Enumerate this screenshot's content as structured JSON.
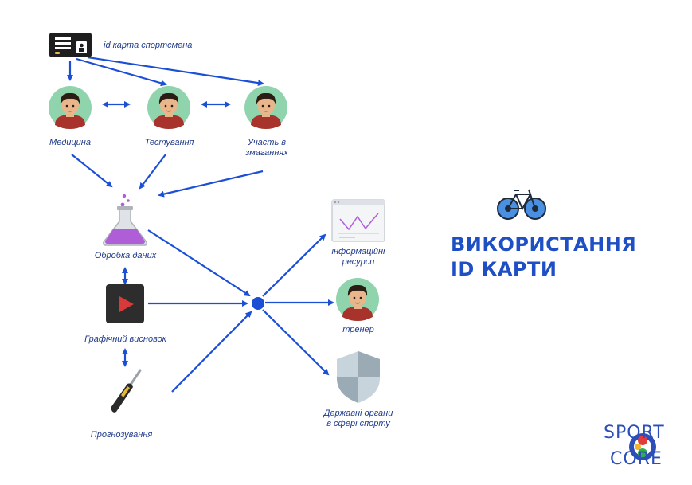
{
  "labels": {
    "id_card": "id карта спортсмена",
    "medicine": "Медицина",
    "testing": "Тестування",
    "competition_line1": "Участь в",
    "competition_line2": "змаганнях",
    "data_processing": "Обробка даних",
    "graphic_output": "Графічний висновок",
    "forecasting": "Прогнозування",
    "info_resources_line1": "інформаційні",
    "info_resources_line2": "ресурси",
    "coach": "тренер",
    "state_bodies_line1": "Державні органи",
    "state_bodies_line2": "в сфері спорту"
  },
  "title": {
    "line1": "ВИКОРИСТАННЯ",
    "line2": "ID КАРТИ"
  },
  "logo": {
    "row1": "SPORT",
    "row2": "CORE"
  },
  "colors": {
    "arrow": "#1a4fd6",
    "label": "#1f3a8a",
    "title": "#1e4fc4",
    "avatar_bg": "#8fd4ad",
    "shirt": "#a8322c",
    "skin": "#e9b58a",
    "hair": "#2b1c14",
    "flask_liquid": "#b05ed8",
    "shield_light": "#c7d4dc",
    "shield_dark": "#9aabb5"
  },
  "icons": [
    "id-card-icon",
    "person-avatar-icon",
    "flask-icon",
    "video-play-icon",
    "screwdriver-icon",
    "chart-window-icon",
    "shield-icon",
    "bicycle-icon"
  ]
}
